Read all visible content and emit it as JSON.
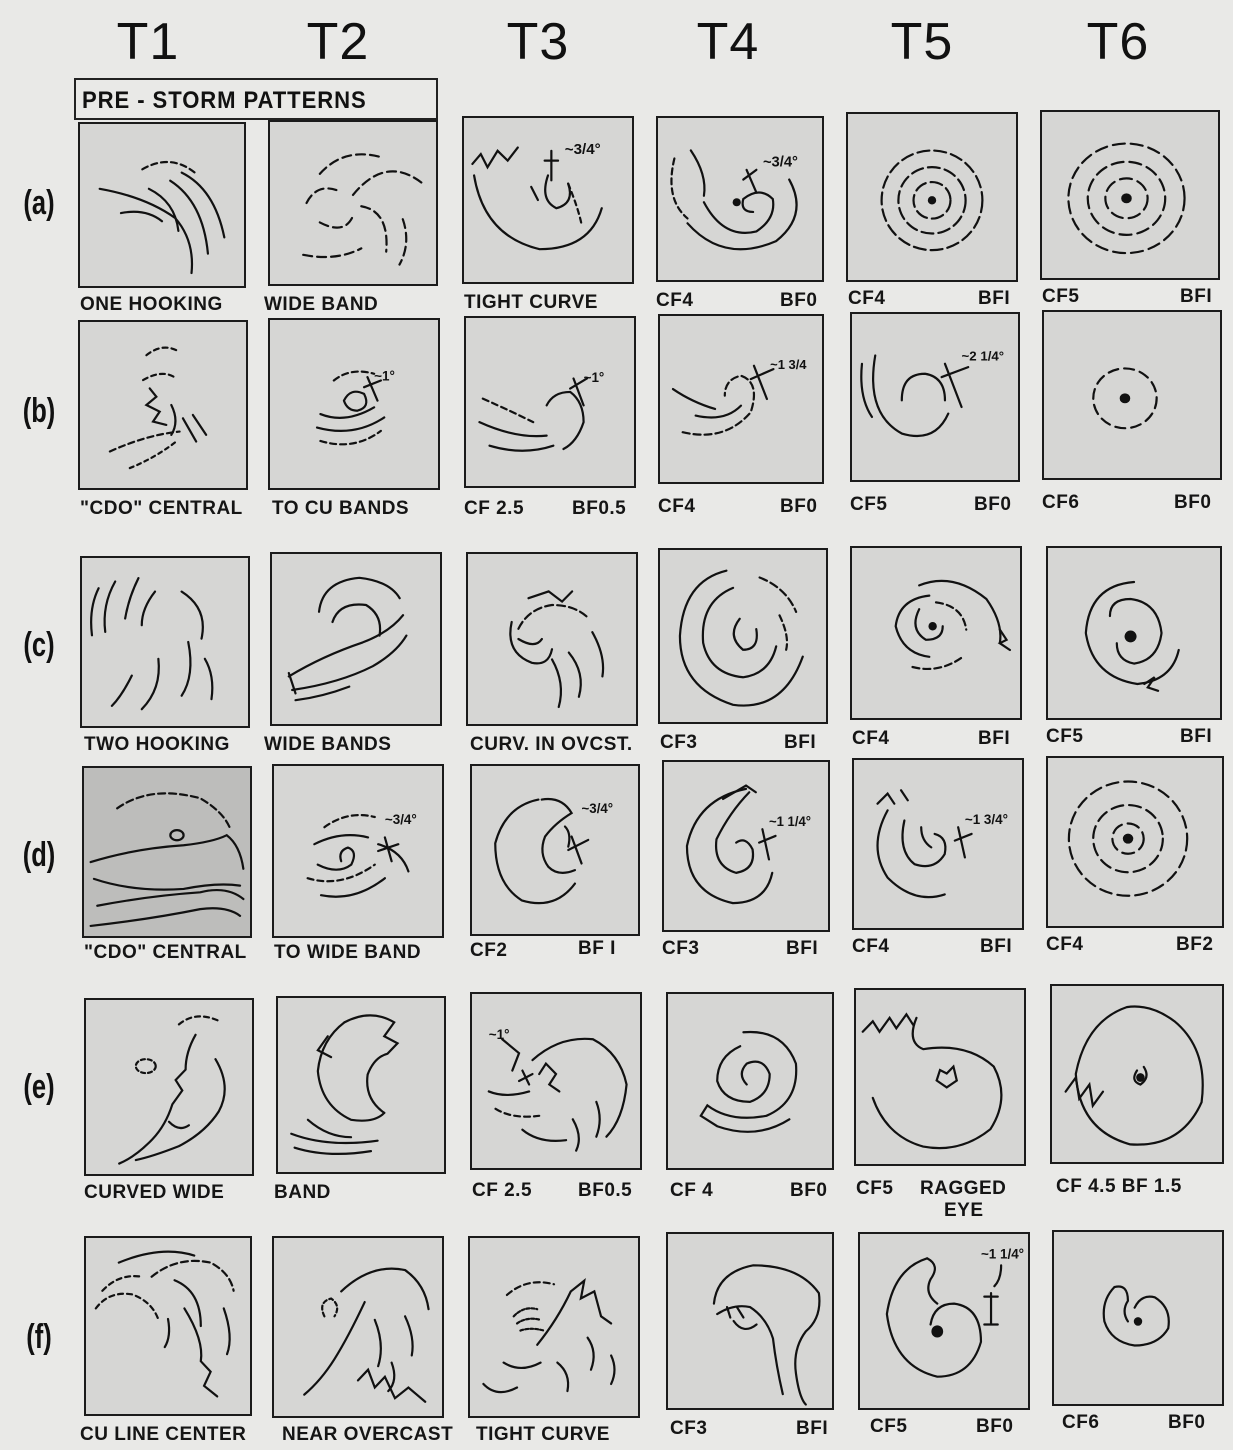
{
  "columns": [
    "T1",
    "T2",
    "T3",
    "T4",
    "T5",
    "T6"
  ],
  "rows": [
    "(a)",
    "(b)",
    "(c)",
    "(d)",
    "(e)",
    "(f)"
  ],
  "legend": "PRE - STORM  PATTERNS",
  "captions": {
    "a": {
      "t12": [
        "ONE  HOOKING",
        "WIDE  BAND"
      ],
      "t3": "TIGHT  CURVE",
      "t4": [
        "CF4",
        "BF0"
      ],
      "t5": [
        "CF4",
        "BFI"
      ],
      "t6": [
        "CF5",
        "BFI"
      ]
    },
    "b": {
      "t12": [
        "\"CDO\"  CENTRAL",
        "TO  CU  BANDS"
      ],
      "t3": [
        "CF 2.5",
        "BF0.5"
      ],
      "t4": [
        "CF4",
        "BF0"
      ],
      "t5": [
        "CF5",
        "BF0"
      ],
      "t6": [
        "CF6",
        "BF0"
      ]
    },
    "c": {
      "t12": [
        "TWO  HOOKING",
        "WIDE  BANDS"
      ],
      "t3": "CURV.  IN  OVCST.",
      "t4": [
        "CF3",
        "BFI"
      ],
      "t5": [
        "CF4",
        "BFI"
      ],
      "t6": [
        "CF5",
        "BFI"
      ]
    },
    "d": {
      "t12": [
        "\"CDO\"  CENTRAL",
        "TO  WIDE  BAND"
      ],
      "t3": [
        "CF2",
        "BF I"
      ],
      "t4": [
        "CF3",
        "BFI"
      ],
      "t5": [
        "CF4",
        "BFI"
      ],
      "t6": [
        "CF4",
        "BF2"
      ]
    },
    "e": {
      "t12": [
        "CURVED    WIDE",
        "BAND"
      ],
      "t3": [
        "CF 2.5",
        "BF0.5"
      ],
      "t4": [
        "CF 4",
        "BF0"
      ],
      "t5": [
        "CF5",
        "RAGGED",
        "EYE"
      ],
      "t6": "CF 4.5  BF 1.5"
    },
    "f": {
      "t12": [
        "CU  LINE  CENTER",
        "NEAR  OVERCAST"
      ],
      "t3": "TIGHT  CURVE",
      "t4": [
        "CF3",
        "BFI"
      ],
      "t5": [
        "CF5",
        "BF0"
      ],
      "t6": [
        "CF6",
        "BF0"
      ]
    }
  },
  "annotations": {
    "a3": "~3/4°",
    "a4": "~3/4°",
    "b2": "~1°",
    "b3": "~1°",
    "b4": "~1 3/4",
    "b5": "~2 1/4°",
    "d2": "~3/4°",
    "d3": "~3/4°",
    "d4": "~1 1/4°",
    "d5": "~1 3/4°",
    "e3": "~1°",
    "f5": "~1 1/4°"
  },
  "panel_fills": {
    "default": "#d6d6d4",
    "dark": "#bdbdbb"
  }
}
